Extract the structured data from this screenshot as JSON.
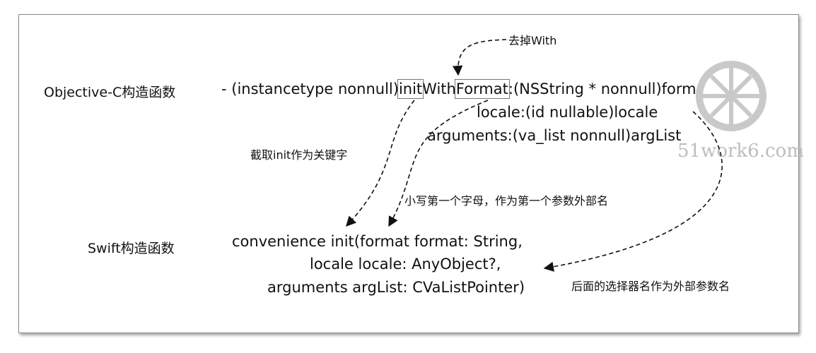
{
  "labels": {
    "objc": "Objective-C构造函数",
    "swift": "Swift构造函数"
  },
  "objc_code": {
    "dash": "- (instancetype nonnull)",
    "init": "init",
    "with": "With",
    "format_word": "Format",
    "rest": ":(NSString * nonnull)format",
    "line2": "locale:(id nullable)locale",
    "line3": "arguments:(va_list nonnull)argList"
  },
  "swift_code": {
    "line1": "convenience init(format format: String,",
    "line2": "locale locale: AnyObject?,",
    "line3": "arguments argList: CVaListPointer)"
  },
  "annotations": {
    "remove_with": "去掉With",
    "take_init": "截取init作为关键字",
    "lowercase_first": "小写第一个字母，作为第一个参数外部名",
    "selector_names": "后面的选择器名作为外部参数名"
  },
  "watermark": {
    "text": "51work6.com",
    "color": "#bdbdbd"
  }
}
